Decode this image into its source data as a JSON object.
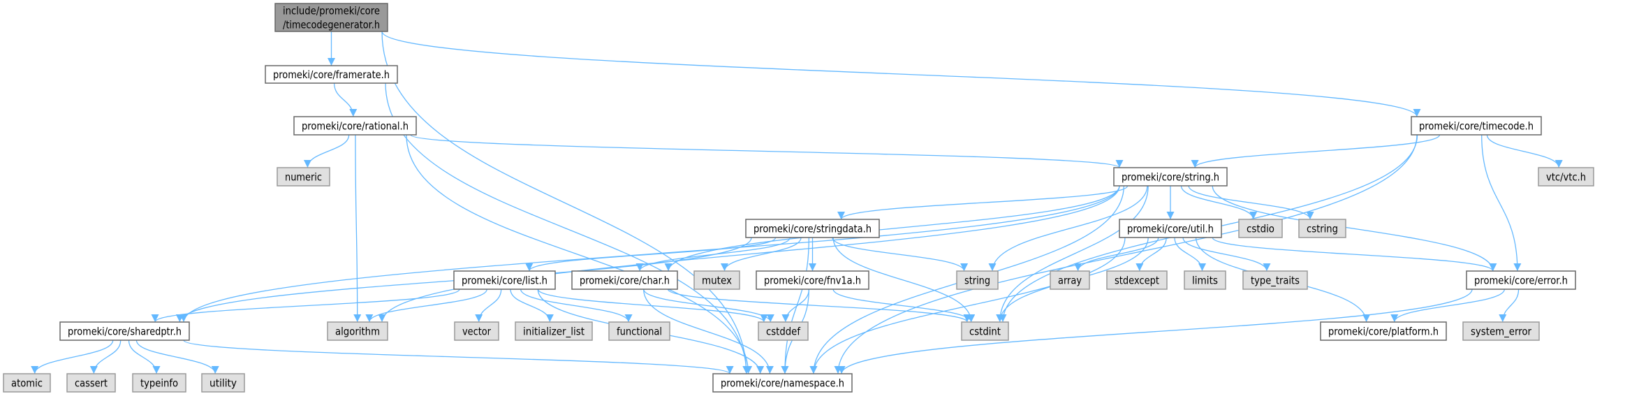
{
  "title": "Include dependency graph for include/promeki/core/timecodegenerator.h",
  "colors": {
    "edge": "#63b8ff",
    "root_fill": "#999999",
    "ext_fill": "#e0e0e0",
    "node_border": "#666666"
  },
  "nodes": [
    {
      "id": "root",
      "kind": "root",
      "label": [
        "include/promeki/core",
        "/timecodegenerator.h"
      ]
    },
    {
      "id": "framerate",
      "kind": "white",
      "label": [
        "promeki/core/framerate.h"
      ]
    },
    {
      "id": "rational",
      "kind": "white",
      "label": [
        "promeki/core/rational.h"
      ]
    },
    {
      "id": "numeric",
      "kind": "gray",
      "label": [
        "numeric"
      ]
    },
    {
      "id": "timecode",
      "kind": "white",
      "label": [
        "promeki/core/timecode.h"
      ]
    },
    {
      "id": "vtc",
      "kind": "gray",
      "label": [
        "vtc/vtc.h"
      ]
    },
    {
      "id": "stringh",
      "kind": "white",
      "label": [
        "promeki/core/string.h"
      ]
    },
    {
      "id": "stringdata",
      "kind": "white",
      "label": [
        "promeki/core/stringdata.h"
      ]
    },
    {
      "id": "util",
      "kind": "white",
      "label": [
        "promeki/core/util.h"
      ]
    },
    {
      "id": "cstdio",
      "kind": "gray",
      "label": [
        "cstdio"
      ]
    },
    {
      "id": "cstring",
      "kind": "gray",
      "label": [
        "cstring"
      ]
    },
    {
      "id": "list",
      "kind": "white",
      "label": [
        "promeki/core/list.h"
      ]
    },
    {
      "id": "char",
      "kind": "white",
      "label": [
        "promeki/core/char.h"
      ]
    },
    {
      "id": "mutex",
      "kind": "gray",
      "label": [
        "mutex"
      ]
    },
    {
      "id": "fnv1a",
      "kind": "white",
      "label": [
        "promeki/core/fnv1a.h"
      ]
    },
    {
      "id": "string",
      "kind": "gray",
      "label": [
        "string"
      ]
    },
    {
      "id": "array",
      "kind": "gray",
      "label": [
        "array"
      ]
    },
    {
      "id": "stdexcept",
      "kind": "gray",
      "label": [
        "stdexcept"
      ]
    },
    {
      "id": "limits",
      "kind": "gray",
      "label": [
        "limits"
      ]
    },
    {
      "id": "type_traits",
      "kind": "gray",
      "label": [
        "type_traits"
      ]
    },
    {
      "id": "error",
      "kind": "white",
      "label": [
        "promeki/core/error.h"
      ]
    },
    {
      "id": "sharedptr",
      "kind": "white",
      "label": [
        "promeki/core/sharedptr.h"
      ]
    },
    {
      "id": "algorithm",
      "kind": "gray",
      "label": [
        "algorithm"
      ]
    },
    {
      "id": "vector",
      "kind": "gray",
      "label": [
        "vector"
      ]
    },
    {
      "id": "initializer_list",
      "kind": "gray",
      "label": [
        "initializer_list"
      ]
    },
    {
      "id": "functional",
      "kind": "gray",
      "label": [
        "functional"
      ]
    },
    {
      "id": "cstddef",
      "kind": "gray",
      "label": [
        "cstddef"
      ]
    },
    {
      "id": "cstdint",
      "kind": "gray",
      "label": [
        "cstdint"
      ]
    },
    {
      "id": "platform",
      "kind": "white",
      "label": [
        "promeki/core/platform.h"
      ]
    },
    {
      "id": "system_error",
      "kind": "gray",
      "label": [
        "system_error"
      ]
    },
    {
      "id": "atomic",
      "kind": "gray",
      "label": [
        "atomic"
      ]
    },
    {
      "id": "cassert",
      "kind": "gray",
      "label": [
        "cassert"
      ]
    },
    {
      "id": "typeinfo",
      "kind": "gray",
      "label": [
        "typeinfo"
      ]
    },
    {
      "id": "utility",
      "kind": "gray",
      "label": [
        "utility"
      ]
    },
    {
      "id": "namespace",
      "kind": "white",
      "label": [
        "promeki/core/namespace.h"
      ]
    }
  ],
  "edges": [
    [
      "root",
      "framerate"
    ],
    [
      "root",
      "timecode"
    ],
    [
      "root",
      "namespace"
    ],
    [
      "framerate",
      "rational"
    ],
    [
      "framerate",
      "namespace"
    ],
    [
      "rational",
      "numeric"
    ],
    [
      "rational",
      "algorithm"
    ],
    [
      "rational",
      "namespace"
    ],
    [
      "rational",
      "stringh"
    ],
    [
      "timecode",
      "stringh"
    ],
    [
      "timecode",
      "cstdint"
    ],
    [
      "timecode",
      "error"
    ],
    [
      "timecode",
      "vtc"
    ],
    [
      "timecode",
      "namespace"
    ],
    [
      "stringh",
      "stringdata"
    ],
    [
      "stringh",
      "util"
    ],
    [
      "stringh",
      "cstdio"
    ],
    [
      "stringh",
      "cstring"
    ],
    [
      "stringh",
      "string"
    ],
    [
      "stringh",
      "char"
    ],
    [
      "stringh",
      "sharedptr"
    ],
    [
      "stringh",
      "algorithm"
    ],
    [
      "stringh",
      "cstdint"
    ],
    [
      "stringh",
      "error"
    ],
    [
      "stringh",
      "namespace"
    ],
    [
      "stringdata",
      "list"
    ],
    [
      "stringdata",
      "char"
    ],
    [
      "stringdata",
      "mutex"
    ],
    [
      "stringdata",
      "fnv1a"
    ],
    [
      "stringdata",
      "string"
    ],
    [
      "stringdata",
      "namespace"
    ],
    [
      "stringdata",
      "cstdint"
    ],
    [
      "stringdata",
      "sharedptr"
    ],
    [
      "list",
      "vector"
    ],
    [
      "list",
      "initializer_list"
    ],
    [
      "list",
      "functional"
    ],
    [
      "list",
      "algorithm"
    ],
    [
      "list",
      "sharedptr"
    ],
    [
      "list",
      "namespace"
    ],
    [
      "list",
      "cstddef"
    ],
    [
      "char",
      "cstddef"
    ],
    [
      "char",
      "namespace"
    ],
    [
      "char",
      "cstdint"
    ],
    [
      "fnv1a",
      "cstddef"
    ],
    [
      "fnv1a",
      "cstdint"
    ],
    [
      "fnv1a",
      "namespace"
    ],
    [
      "util",
      "array"
    ],
    [
      "util",
      "stdexcept"
    ],
    [
      "util",
      "limits"
    ],
    [
      "util",
      "type_traits"
    ],
    [
      "util",
      "error"
    ],
    [
      "util",
      "platform"
    ],
    [
      "util",
      "cstdint"
    ],
    [
      "util",
      "namespace"
    ],
    [
      "error",
      "platform"
    ],
    [
      "error",
      "system_error"
    ],
    [
      "error",
      "namespace"
    ],
    [
      "sharedptr",
      "atomic"
    ],
    [
      "sharedptr",
      "cassert"
    ],
    [
      "sharedptr",
      "typeinfo"
    ],
    [
      "sharedptr",
      "utility"
    ],
    [
      "sharedptr",
      "namespace"
    ]
  ]
}
